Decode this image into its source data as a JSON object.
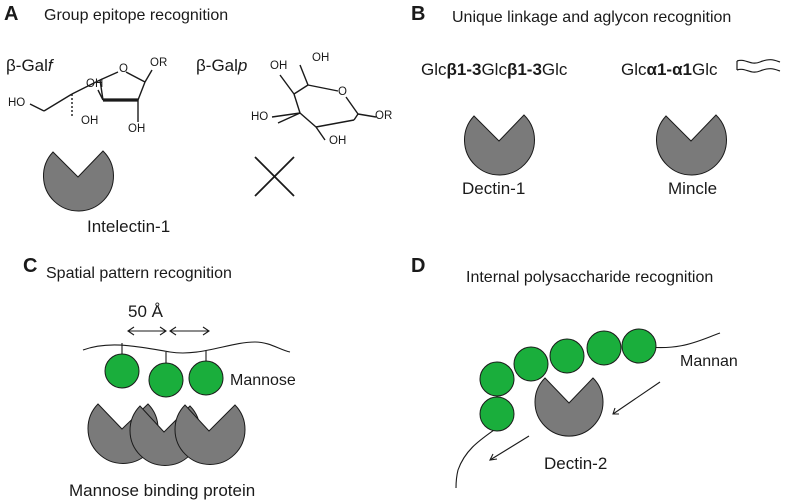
{
  "panels": {
    "A": {
      "letter": "A",
      "title": "Group epitope recognition",
      "galf": {
        "prefix": "β-Gal",
        "suffix": "f"
      },
      "galp": {
        "prefix": "β-Gal",
        "suffix": "p"
      },
      "atoms": {
        "or1": "OR",
        "oh1": "OH",
        "ho1": "HO",
        "oh2": "OH",
        "oh3": "OH",
        "oh4": "OH",
        "oh5": "OH",
        "ho2": "HO",
        "or2": "OR",
        "oh6": "OH",
        "o1": "O",
        "o2": "O"
      },
      "lectin": "Intelectin-1"
    },
    "B": {
      "letter": "B",
      "title": "Unique linkage and aglycon recognition",
      "glycan1": {
        "p1": "Glc",
        "b1": "β1-3",
        "p2": "Glc",
        "b2": "β1-3",
        "p3": "Glc"
      },
      "glycan2": {
        "p1": "Glc",
        "b1": "α1-α1",
        "p2": "Glc"
      },
      "lectin1": "Dectin-1",
      "lectin2": "Mincle"
    },
    "C": {
      "letter": "C",
      "title": "Spatial pattern recognition",
      "distance": "50 Å",
      "sugar": "Mannose",
      "lectin": "Mannose binding protein"
    },
    "D": {
      "letter": "D",
      "title": "Internal polysaccharide recognition",
      "polysaccharide": "Mannan",
      "lectin": "Dectin-2"
    }
  },
  "colors": {
    "lectin_fill": "#7a7a7a",
    "sugar_fill": "#1aae3c",
    "line": "#1a1a1a"
  }
}
